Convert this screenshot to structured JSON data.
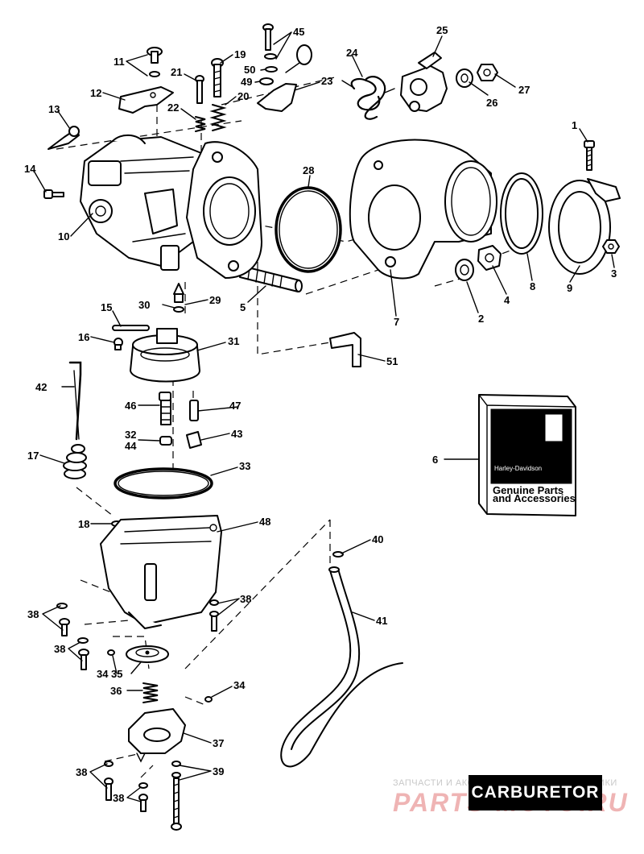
{
  "title": "CARBURETOR",
  "watermark": {
    "top": "ЗАПЧАСТИ И АКСЕССУАРЫ ДЛЯ МОТОТЕХНИКИ",
    "main": "PARTS-MOTO.RU"
  },
  "box": {
    "brand": "Harley-Davidson",
    "line1": "Genuine Parts",
    "line2": "and Accessories"
  },
  "callouts": [
    "1",
    "2",
    "3",
    "4",
    "5",
    "6",
    "7",
    "8",
    "9",
    "10",
    "11",
    "12",
    "13",
    "14",
    "15",
    "16",
    "17",
    "18",
    "19",
    "20",
    "21",
    "22",
    "23",
    "24",
    "25",
    "26",
    "27",
    "28",
    "29",
    "30",
    "31",
    "32",
    "33",
    "34",
    "35",
    "36",
    "37",
    "38",
    "39",
    "40",
    "41",
    "42",
    "43",
    "44",
    "45",
    "46",
    "47",
    "48",
    "49",
    "50",
    "51"
  ]
}
